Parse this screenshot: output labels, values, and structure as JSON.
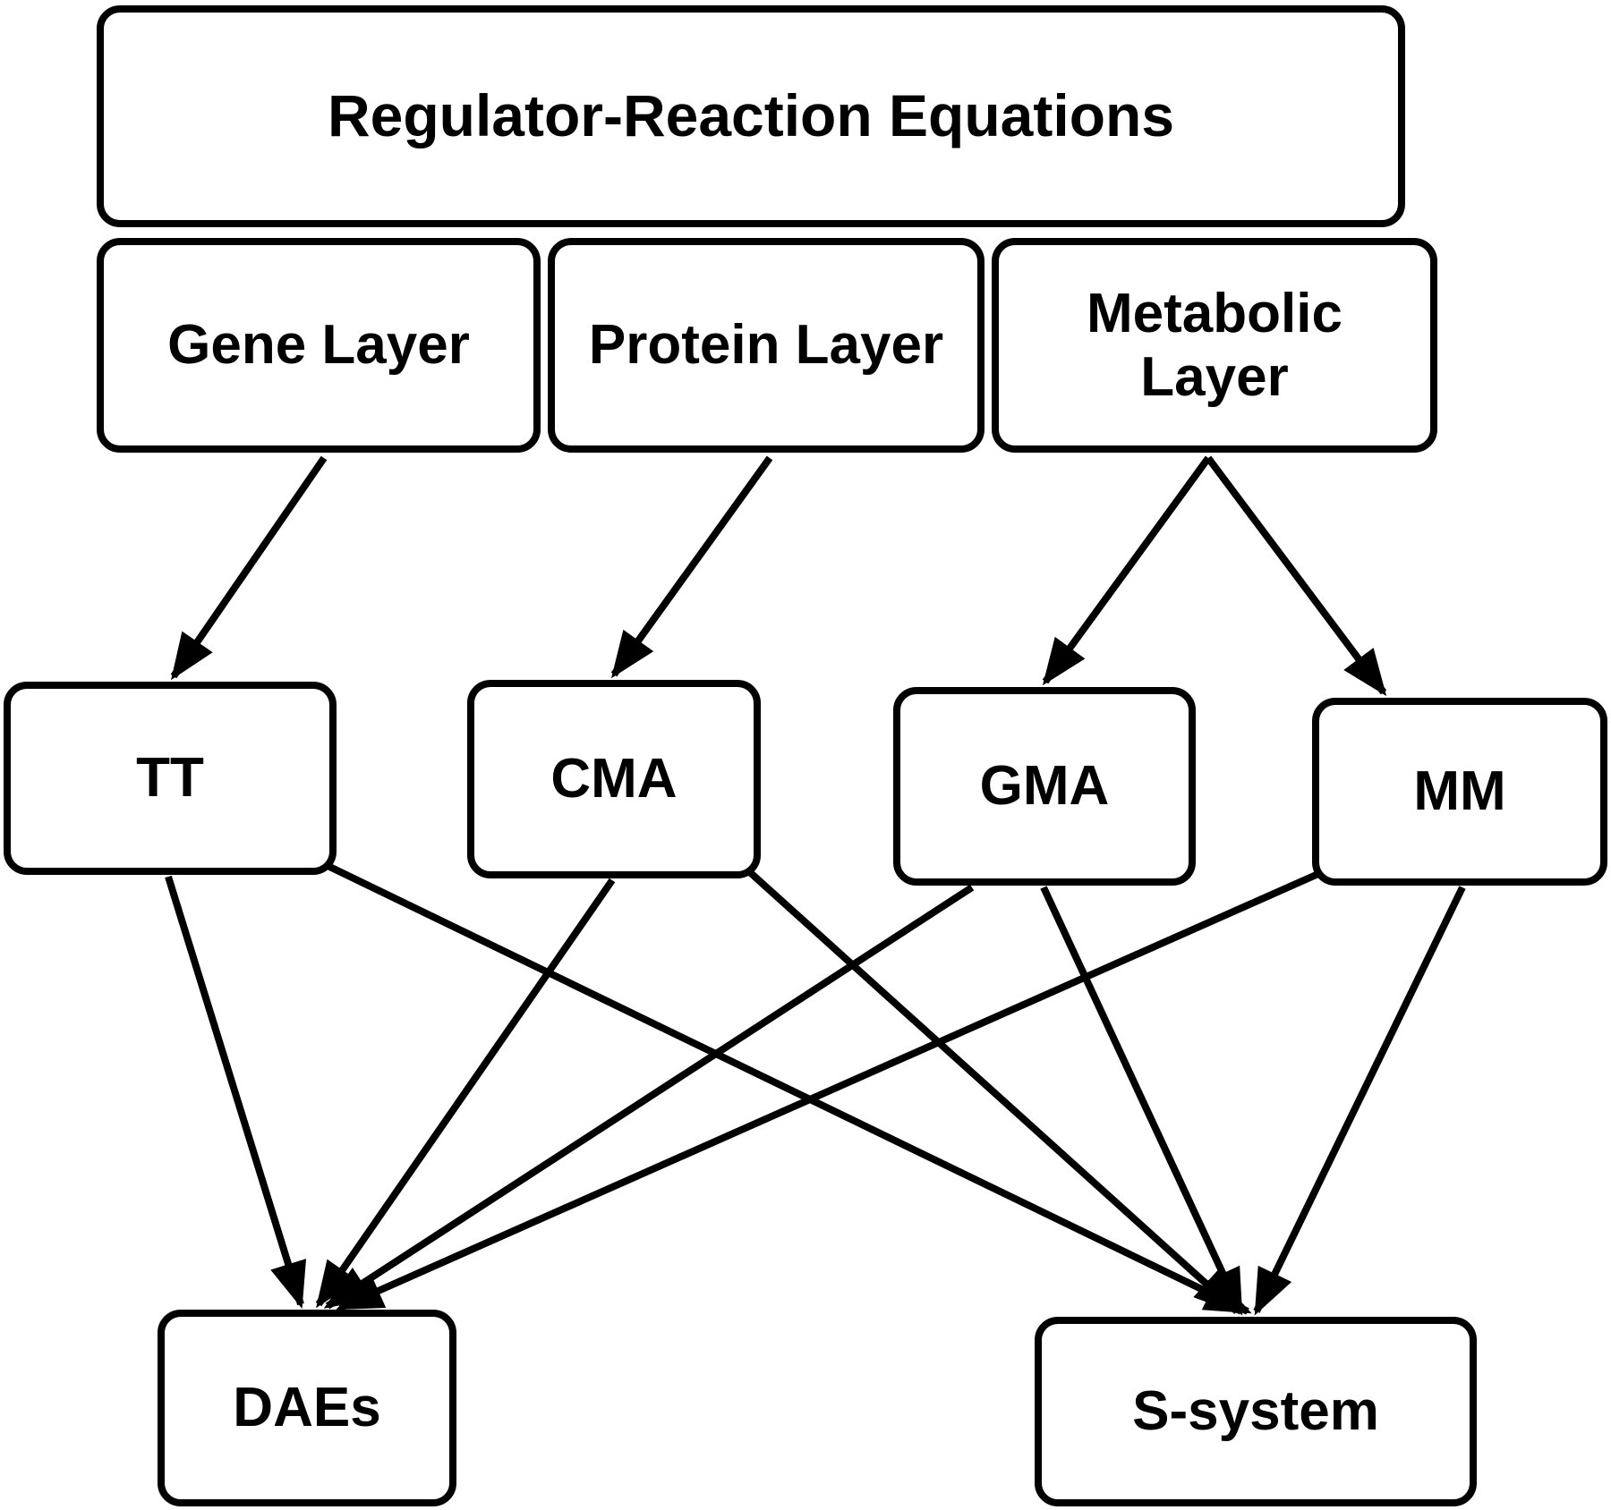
{
  "colors": {
    "stroke": "#000000",
    "background": "#ffffff"
  },
  "nodes": {
    "top": "Regulator-Reaction Equations",
    "gene": "Gene Layer",
    "protein": "Protein Layer",
    "metabolic_line1": "Metabolic",
    "metabolic_line2": "Layer",
    "tt": "TT",
    "cma": "CMA",
    "gma": "GMA",
    "mm": "MM",
    "daes": "DAEs",
    "ssystem": "S-system"
  },
  "edges": [
    {
      "from": "gene",
      "to": "tt"
    },
    {
      "from": "protein",
      "to": "cma"
    },
    {
      "from": "metabolic",
      "to": "gma"
    },
    {
      "from": "metabolic",
      "to": "mm"
    },
    {
      "from": "tt",
      "to": "daes"
    },
    {
      "from": "tt",
      "to": "ssystem"
    },
    {
      "from": "cma",
      "to": "daes"
    },
    {
      "from": "cma",
      "to": "ssystem"
    },
    {
      "from": "gma",
      "to": "daes"
    },
    {
      "from": "gma",
      "to": "ssystem"
    },
    {
      "from": "mm",
      "to": "daes"
    },
    {
      "from": "mm",
      "to": "ssystem"
    }
  ]
}
